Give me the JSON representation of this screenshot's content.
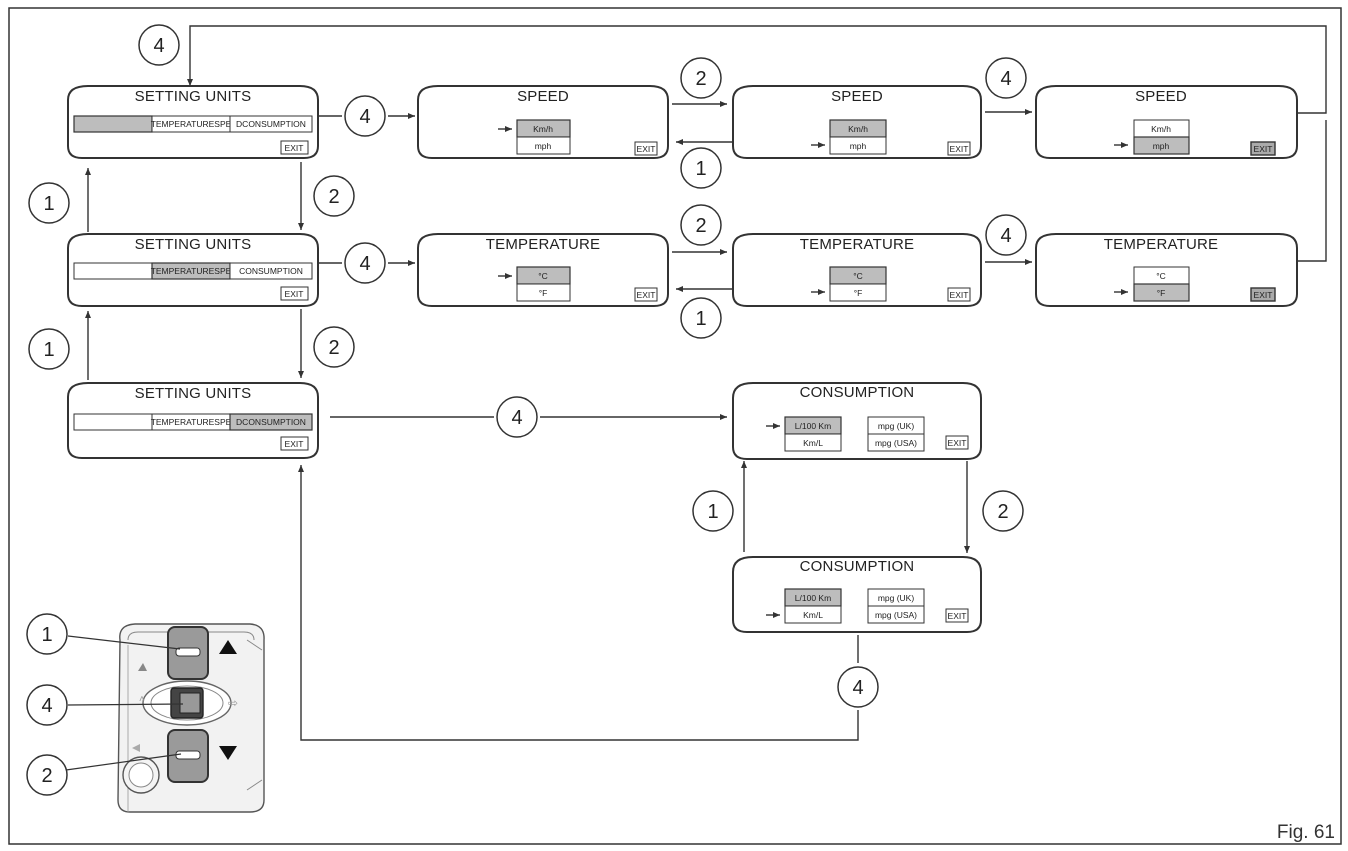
{
  "figure_label": "Fig. 61",
  "buttons": {
    "up": "1",
    "down": "2",
    "enter": "4"
  },
  "exit_label": "EXIT",
  "screens": {
    "setting_units": {
      "title": "SETTING UNITS",
      "tab_temperature": "TEMPERATURESPE",
      "tab_consumption": "DCONSUMPTION",
      "tab_consumption_alt": "CONSUMPTION"
    },
    "speed": {
      "title": "SPEED",
      "opt1": "Km/h",
      "opt2": "mph"
    },
    "temperature": {
      "title": "TEMPERATURE",
      "opt1": "°C",
      "opt2": "°F"
    },
    "consumption": {
      "title": "CONSUMPTION",
      "opt1": "L/100 Km",
      "opt2": "Km/L",
      "opt3": "mpg (UK)",
      "opt4": "mpg (USA)"
    }
  }
}
